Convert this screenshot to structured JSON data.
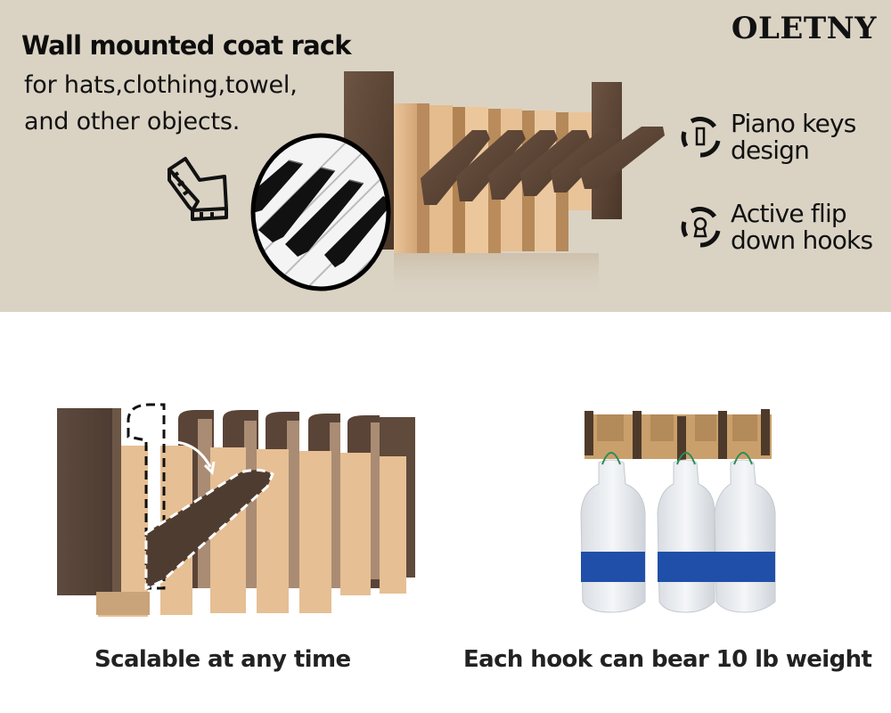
{
  "banner": {
    "background_color": "#dad3c4",
    "headline": "Wall mounted coat rack",
    "subline_1": "for hats,clothing,towel,",
    "subline_2": "and other objects.",
    "brand": "OLETNY",
    "features": [
      {
        "icon": "piano-key-icon",
        "line_1": "Piano keys",
        "line_2": "design"
      },
      {
        "icon": "keyhole-lock-icon",
        "line_1": "Active flip",
        "line_2": "down hooks"
      }
    ]
  },
  "images": {
    "top_product": "walnut-and-beech-coat-rack-with-flipped-hooks",
    "piano_lens": "piano-keys-closeup",
    "bottom_left": "coat-rack-hook-flip-demonstration",
    "bottom_right": "coat-rack-holding-three-water-bottles"
  },
  "captions": {
    "left": "Scalable at any time",
    "right": "Each hook can bear 10 lb weight"
  },
  "colors": {
    "walnut": "#5a4535",
    "beech": "#e2b98c",
    "bottle_label": "#1f4fa8"
  }
}
